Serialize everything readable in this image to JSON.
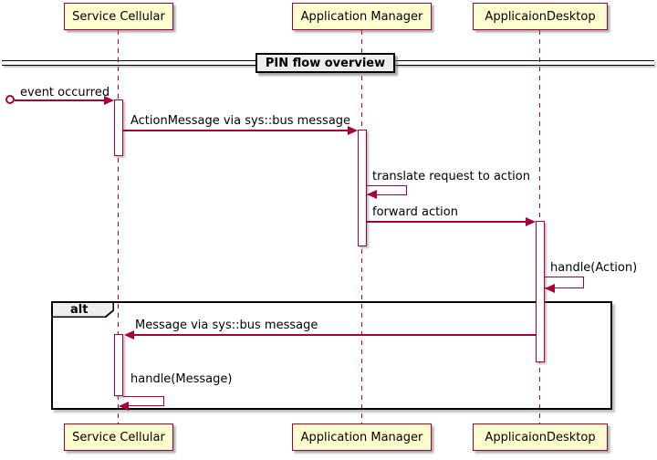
{
  "diagram": {
    "type": "sequence",
    "divider_title": "PIN flow overview",
    "participants": [
      {
        "label": "Service Cellular"
      },
      {
        "label": "Application Manager"
      },
      {
        "label": "ApplicaionDesktop"
      }
    ],
    "fragment": {
      "operator": "alt"
    },
    "messages": [
      {
        "label": "event occurred",
        "from": "start-circle",
        "to": "Service Cellular"
      },
      {
        "label": "ActionMessage via sys::bus message",
        "from": "Service Cellular",
        "to": "Application Manager"
      },
      {
        "label": "translate request to action",
        "from": "Application Manager",
        "to": "Application Manager"
      },
      {
        "label": "forward action",
        "from": "Application Manager",
        "to": "ApplicaionDesktop"
      },
      {
        "label": "handle(Action)",
        "from": "ApplicaionDesktop",
        "to": "ApplicaionDesktop"
      },
      {
        "label": "Message via sys::bus message",
        "from": "ApplicaionDesktop",
        "to": "Service Cellular"
      },
      {
        "label": "handle(Message)",
        "from": "Service Cellular",
        "to": "Service Cellular"
      }
    ],
    "colors": {
      "participant_fill": "#FEFECE",
      "line": "#A80036",
      "divider_fill": "#EEEEEE",
      "frame_border": "#000000",
      "text": "#000000"
    }
  }
}
